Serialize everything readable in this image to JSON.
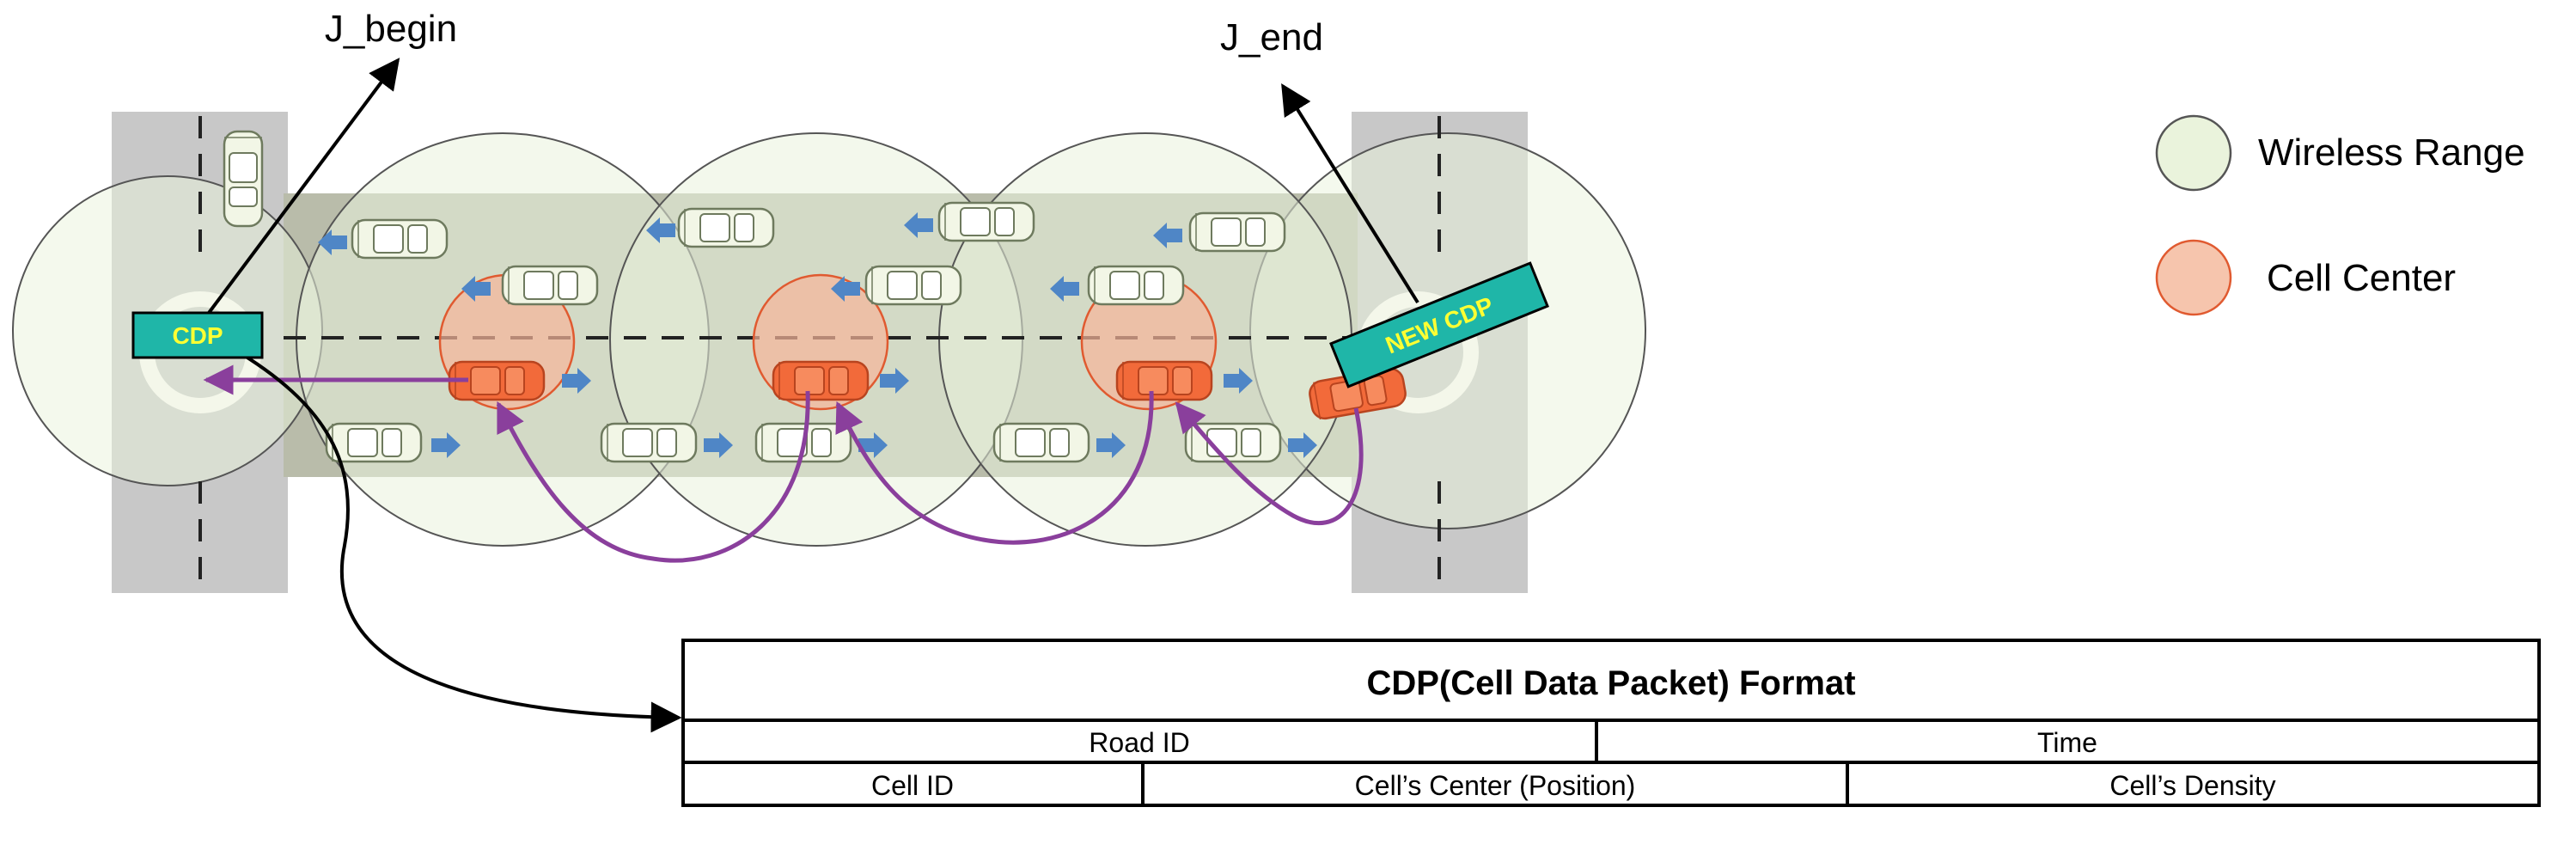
{
  "labels": {
    "j_begin": "J_begin",
    "j_end": "J_end",
    "cdp_tag": "CDP",
    "new_cdp_tag": "NEW CDP"
  },
  "legend": {
    "wireless_range": "Wireless Range",
    "cell_center": "Cell Center"
  },
  "table": {
    "title": "CDP(Cell Data Packet) Format",
    "row1": [
      "Road ID",
      "Time"
    ],
    "row2": [
      "Cell ID",
      "Cell’s Center (Position)",
      "Cell’s Density"
    ]
  },
  "colors": {
    "road": "#c8c8c8",
    "road_band": "#b9bcaa",
    "wireless_fill": "#eaf3dc",
    "cell_fill": "#f6b59a",
    "cell_stroke": "#e05a30",
    "red_car": "#f26a3a",
    "white_car": "#f2f6e6",
    "blue_arrow": "#4f86c6",
    "purple_arrow": "#8a3f9c",
    "tag_fill": "#1fb6a8",
    "tag_text": "#ffff33"
  },
  "icons": [
    "car-icon",
    "direction-arrow-icon"
  ]
}
